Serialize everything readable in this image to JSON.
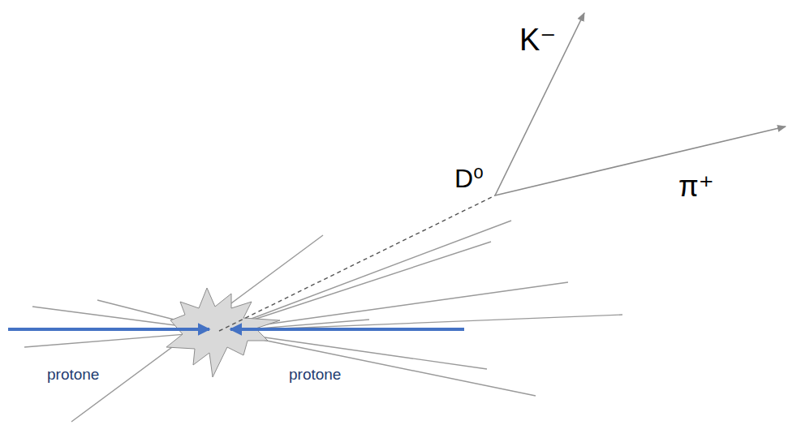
{
  "diagram": {
    "labels": [
      "K⁻",
      "D⁰",
      "π⁺",
      "protone",
      "protone"
    ]
  }
}
